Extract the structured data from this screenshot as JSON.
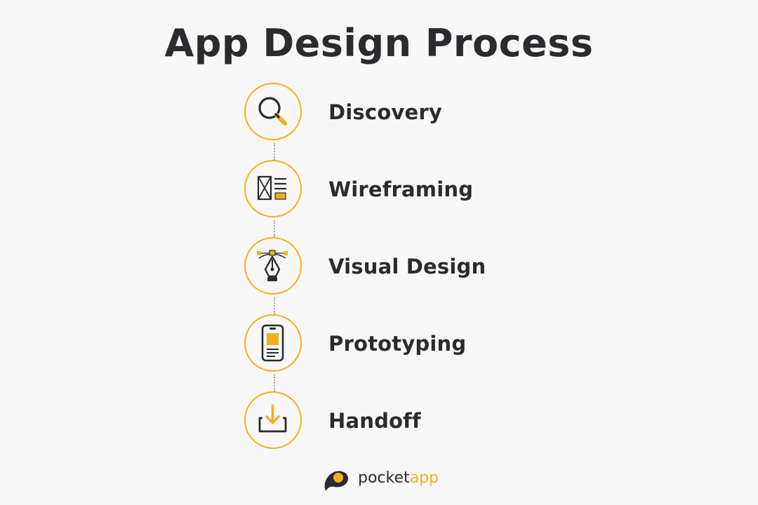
{
  "title": "App Design Process",
  "steps": [
    {
      "label": "Discovery",
      "icon": "magnifying-glass-icon"
    },
    {
      "label": "Wireframing",
      "icon": "wireframe-icon"
    },
    {
      "label": "Visual Design",
      "icon": "pen-tool-icon"
    },
    {
      "label": "Prototyping",
      "icon": "smartphone-icon"
    },
    {
      "label": "Handoff",
      "icon": "download-tray-icon"
    }
  ],
  "brand": {
    "name_part1": "pocket",
    "name_part2": "app",
    "icon": "pocketapp-logo-icon"
  },
  "colors": {
    "accent": "#f2b01e",
    "text": "#2b2b2f",
    "background": "#f7f7f7",
    "connector": "#a8a8a8"
  }
}
